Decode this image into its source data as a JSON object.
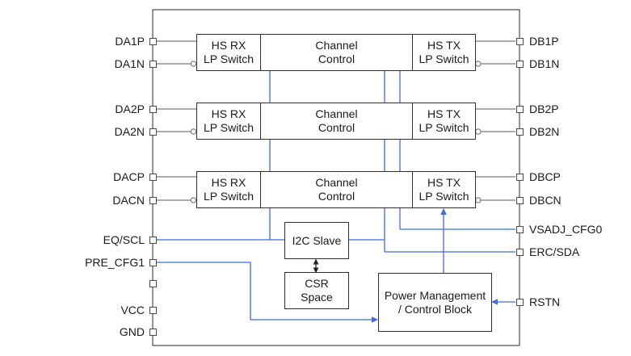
{
  "blocks": {
    "hs_rx": {
      "line1": "HS RX",
      "line2": "LP Switch"
    },
    "channel_control": {
      "line1": "Channel",
      "line2": "Control"
    },
    "hs_tx": {
      "line1": "HS TX",
      "line2": "LP Switch"
    },
    "i2c_slave": {
      "line1": "I2C Slave"
    },
    "csr_space": {
      "line1": "CSR",
      "line2": "Space"
    },
    "power_mgmt": {
      "line1": "Power Management",
      "line2": "/ Control Block"
    }
  },
  "pins": {
    "left": [
      {
        "label": "DA1P"
      },
      {
        "label": "DA1N"
      },
      {
        "label": "DA2P"
      },
      {
        "label": "DA2N"
      },
      {
        "label": "DACP"
      },
      {
        "label": "DACN"
      },
      {
        "label": "EQ/SCL"
      },
      {
        "label": "PRE_CFG1"
      },
      {
        "label": ""
      },
      {
        "label": "VCC"
      },
      {
        "label": "GND"
      }
    ],
    "right": [
      {
        "label": "DB1P"
      },
      {
        "label": "DB1N"
      },
      {
        "label": "DB2P"
      },
      {
        "label": "DB2N"
      },
      {
        "label": "DBCP"
      },
      {
        "label": "DBCN"
      },
      {
        "label": "VSADJ_CFG0"
      },
      {
        "label": "ERC/SDA"
      },
      {
        "label": "RSTN"
      }
    ]
  },
  "colors": {
    "signal_wire": "#7a7a7a",
    "control_wire": "#4169E1",
    "block_border": "#2e2e2e",
    "chip_boundary": "#4d4d4d",
    "text": "#1a1a1a",
    "background": "#ffffff"
  }
}
